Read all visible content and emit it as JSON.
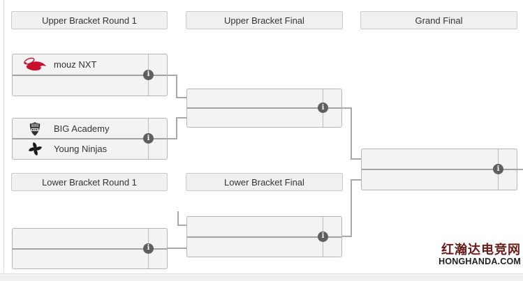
{
  "headers": {
    "upper_round1": "Upper Bracket Round 1",
    "upper_final": "Upper Bracket Final",
    "grand_final": "Grand Final",
    "lower_round1": "Lower Bracket Round 1",
    "lower_final": "Lower Bracket Final"
  },
  "matches": {
    "upper_r1_m1": {
      "top": {
        "team": "mouz NXT",
        "logo": "mouz-nxt-logo"
      },
      "bottom": {
        "team": ""
      }
    },
    "upper_r1_m2": {
      "top": {
        "team": "BIG Academy",
        "logo": "big-academy-logo"
      },
      "bottom": {
        "team": "Young Ninjas",
        "logo": "young-ninjas-logo"
      }
    },
    "upper_final": {
      "top": {
        "team": ""
      },
      "bottom": {
        "team": ""
      }
    },
    "grand_final": {
      "top": {
        "team": ""
      },
      "bottom": {
        "team": ""
      }
    },
    "lower_r1_m1": {
      "top": {
        "team": ""
      },
      "bottom": {
        "team": ""
      }
    },
    "lower_final": {
      "top": {
        "team": ""
      },
      "bottom": {
        "team": ""
      }
    }
  },
  "icons": {
    "info": "i"
  },
  "watermark": {
    "title": "红瀚达电竞网",
    "domain": "HONGHANDA.COM"
  },
  "colors": {
    "mouz_red": "#c8102e",
    "big_dark": "#2f2f2f",
    "ninjas_dark": "#1a1a1a",
    "box_background": "#f3f3f3",
    "box_border": "#b5b5b5",
    "connector_gray": "#a8a8a8",
    "watermark_red": "#6d1a1a",
    "watermark_dark": "#1f1f1f"
  }
}
